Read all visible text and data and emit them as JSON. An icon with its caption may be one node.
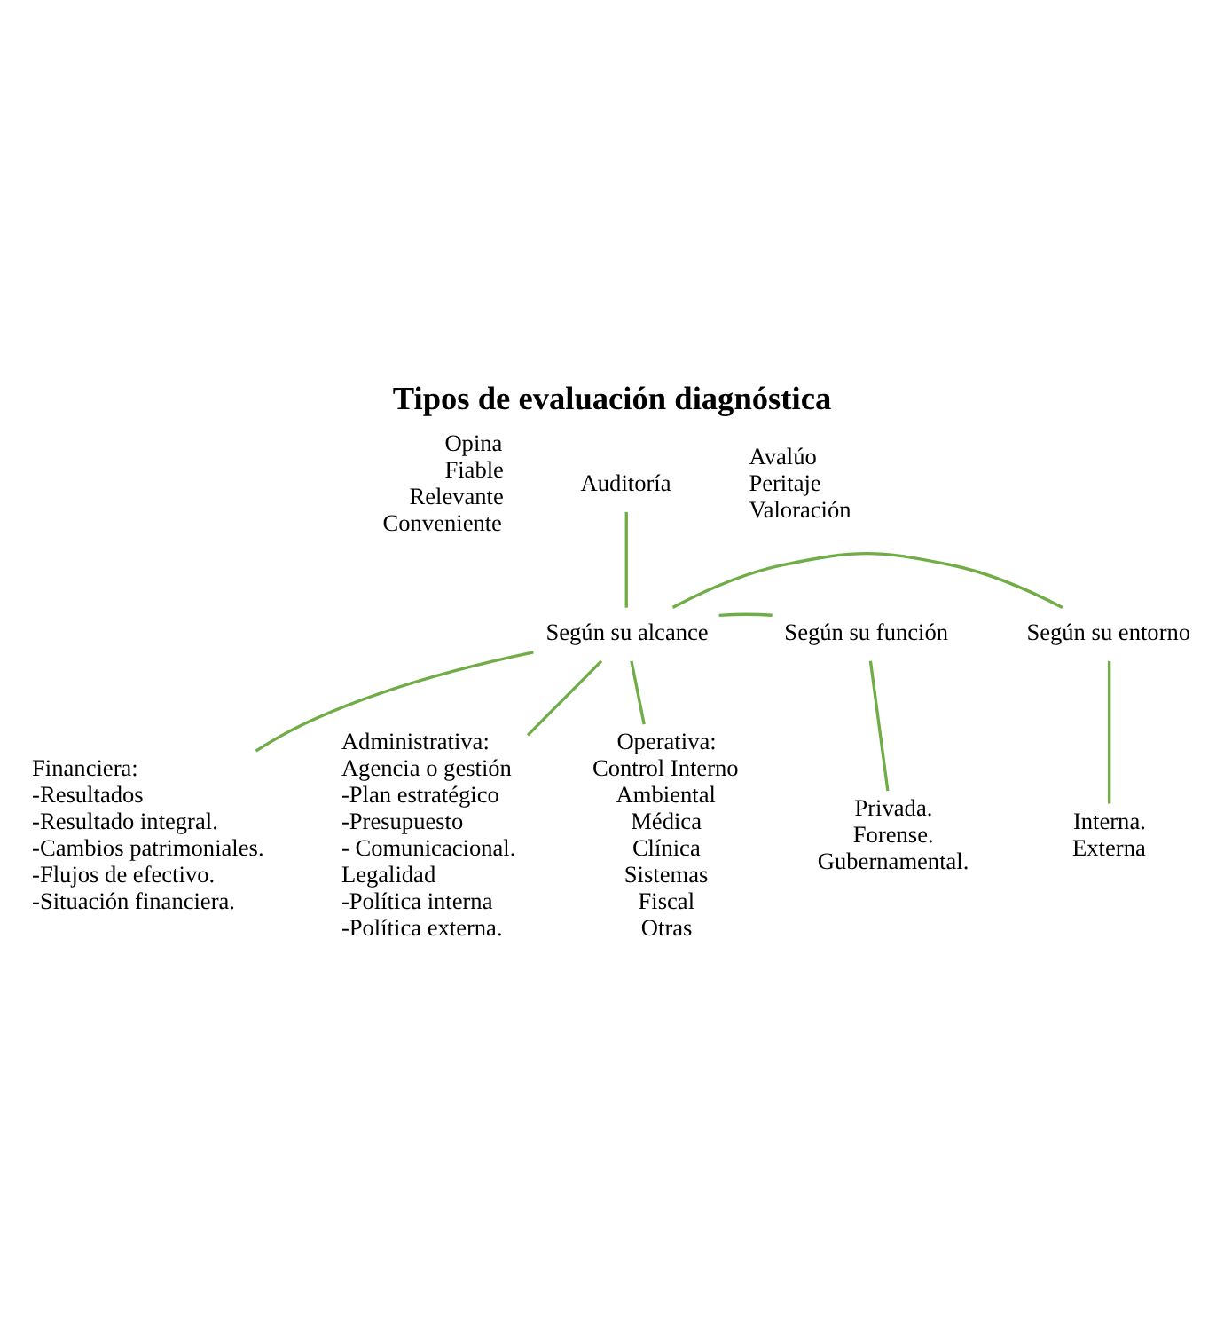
{
  "diagram": {
    "title": "Tipos de evaluación diagnóstica",
    "nodes": [
      {
        "text": [
          "Auditoría"
        ]
      },
      {
        "text": [
          "Según su entorno"
        ]
      },
      {
        "text": [
          "Según su alcance"
        ]
      },
      {
        "text": [
          "Según su función"
        ]
      },
      {
        "text": [
          "Interna.",
          "Externa"
        ]
      },
      {
        "text": [
          "Privada.",
          "Forense.",
          "Gubernamental."
        ]
      },
      {
        "text": [
          "Financiera:",
          "-Resultados",
          "-Resultado integral.",
          "-Cambios patrimoniales.",
          "-Flujos de efectivo.",
          "-Situación financiera."
        ]
      },
      {
        "text": [
          "Administrativa:",
          "Agencia o gestión",
          "-Plan estratégico",
          "-Presupuesto",
          "- Comunicacional.",
          "Legalidad",
          "-Política interna",
          "-Política externa."
        ]
      },
      {
        "text": [
          "Operativa:",
          "Control Interno",
          "Ambiental",
          "Médica",
          "Clínica",
          "Sistemas",
          "Fiscal",
          "Otras"
        ]
      }
    ],
    "edges": [
      {
        "from": 0,
        "to": 2,
        "arrow": "none"
      },
      {
        "from": 2,
        "to": 1,
        "arrow": "none"
      },
      {
        "from": 2,
        "to": 3,
        "arrow": "none"
      },
      {
        "from": 1,
        "to": 4,
        "arrow": "none"
      },
      {
        "from": 3,
        "to": 5,
        "arrow": "none"
      },
      {
        "from": 2,
        "to": 6,
        "arrow": "none"
      },
      {
        "from": 2,
        "to": 7,
        "arrow": "none"
      },
      {
        "from": 2,
        "to": 8,
        "arrow": "none"
      }
    ],
    "labels": [
      "Opina",
      "Fiable",
      "Relevante",
      "Conveniente",
      "Avalúo",
      "Peritaje",
      "Valoración"
    ]
  }
}
